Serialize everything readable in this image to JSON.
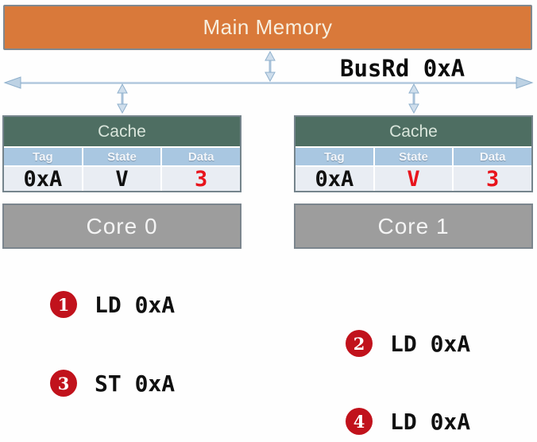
{
  "memory": {
    "label": "Main Memory"
  },
  "bus": {
    "label": "BusRd 0xA"
  },
  "caches": [
    {
      "title": "Cache",
      "columns": [
        "Tag",
        "State",
        "Data"
      ],
      "row": {
        "tag": "0xA",
        "state": "V",
        "data": "3",
        "tag_style": "color:#111111",
        "state_style": "color:#111111",
        "data_style": "color:#e8141c"
      }
    },
    {
      "title": "Cache",
      "columns": [
        "Tag",
        "State",
        "Data"
      ],
      "row": {
        "tag": "0xA",
        "state": "V",
        "data": "3",
        "tag_style": "color:#111111",
        "state_style": "color:#e8141c",
        "data_style": "color:#e8141c"
      }
    }
  ],
  "cores": [
    {
      "label": "Core 0"
    },
    {
      "label": "Core 1"
    }
  ],
  "operations": [
    {
      "num": "1",
      "label": "LD 0xA"
    },
    {
      "num": "2",
      "label": "LD 0xA"
    },
    {
      "num": "3",
      "label": "ST 0xA"
    },
    {
      "num": "4",
      "label": "LD 0xA"
    }
  ],
  "colors": {
    "memory_fill": "#d9793a",
    "cache_header_green": "#4e6e62",
    "column_header_blue": "#a9c7e1",
    "value_row_gray": "#e9edf3",
    "core_gray": "#9d9d9d",
    "badge_red": "#c1121c",
    "value_red": "#e8141c",
    "arrow_blue": "#a6c0d8"
  }
}
